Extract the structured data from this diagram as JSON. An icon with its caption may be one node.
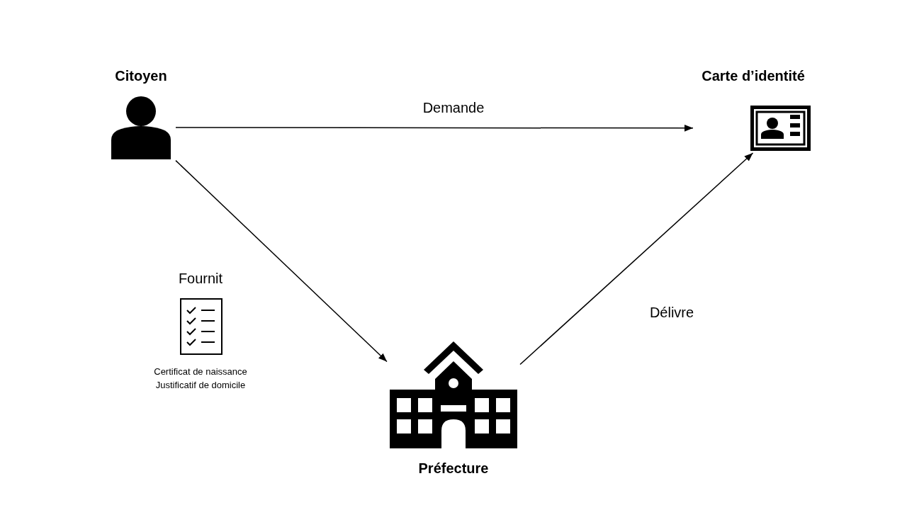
{
  "diagram": {
    "nodes": [
      {
        "text": [
          "Citoyen"
        ]
      },
      {
        "text": [
          "Carte d’identité"
        ]
      },
      {
        "text": [
          "Préfecture"
        ]
      }
    ],
    "edges": [
      {
        "from": 0,
        "to": 1,
        "arrow": "to",
        "label": "Demande"
      },
      {
        "from": 0,
        "to": 2,
        "arrow": "to",
        "label": "Fournit"
      },
      {
        "from": 2,
        "to": 1,
        "arrow": "to",
        "label": "Délivre"
      }
    ],
    "labels": [
      "Certificat de naissance",
      "Justificatif de domicile"
    ]
  }
}
